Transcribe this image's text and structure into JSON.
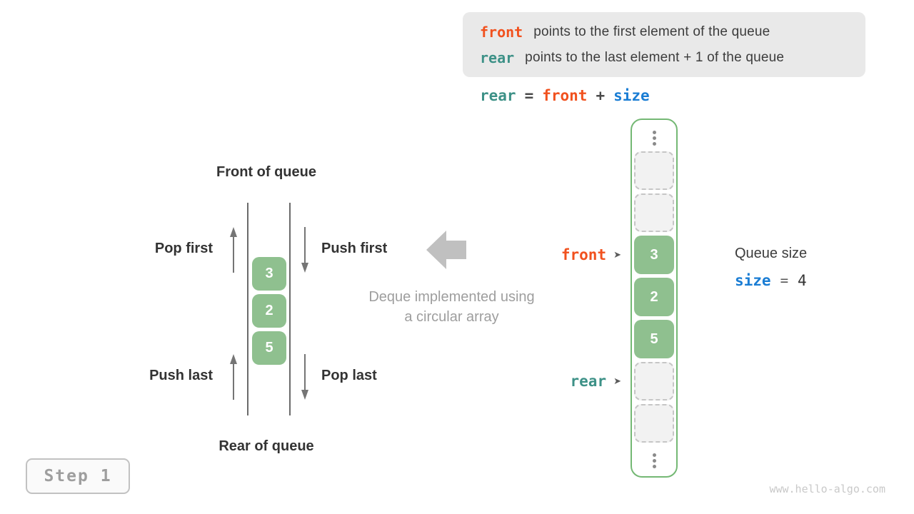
{
  "colors": {
    "orange": "#F1511E",
    "teal": "#3D9187",
    "blue": "#1A7DD4",
    "green_cell": "#8FC08F",
    "green_border": "#74B874",
    "dark": "#3C3C3C",
    "gray": "#9E9E9E",
    "arrow": "#757575",
    "big_arrow": "#C0C0C0"
  },
  "info_box": {
    "lines": [
      {
        "keyword": "front",
        "text": "points to the first element of the queue"
      },
      {
        "keyword": "rear",
        "text": "points to the last element + 1 of the queue"
      }
    ]
  },
  "formula": {
    "rear": "rear",
    "eq": "=",
    "front": "front",
    "plus": "+",
    "size": "size"
  },
  "deque": {
    "front_of_queue": "Front of queue",
    "rear_of_queue": "Rear of queue",
    "pop_first": "Pop first",
    "push_first": "Push first",
    "push_last": "Push last",
    "pop_last": "Pop last",
    "values": [
      "3",
      "2",
      "5"
    ]
  },
  "caption": {
    "line1": "Deque implemented using",
    "line2": "a circular array"
  },
  "array": {
    "cells": [
      "",
      "",
      "3",
      "2",
      "5",
      "",
      ""
    ],
    "front_label": "front",
    "rear_label": "rear",
    "pointer_glyph": "➤"
  },
  "queue_size": {
    "label": "Queue size",
    "variable": "size",
    "equals": "=",
    "value": "4"
  },
  "step_label": "Step 1",
  "watermark": "www.hello-algo.com"
}
